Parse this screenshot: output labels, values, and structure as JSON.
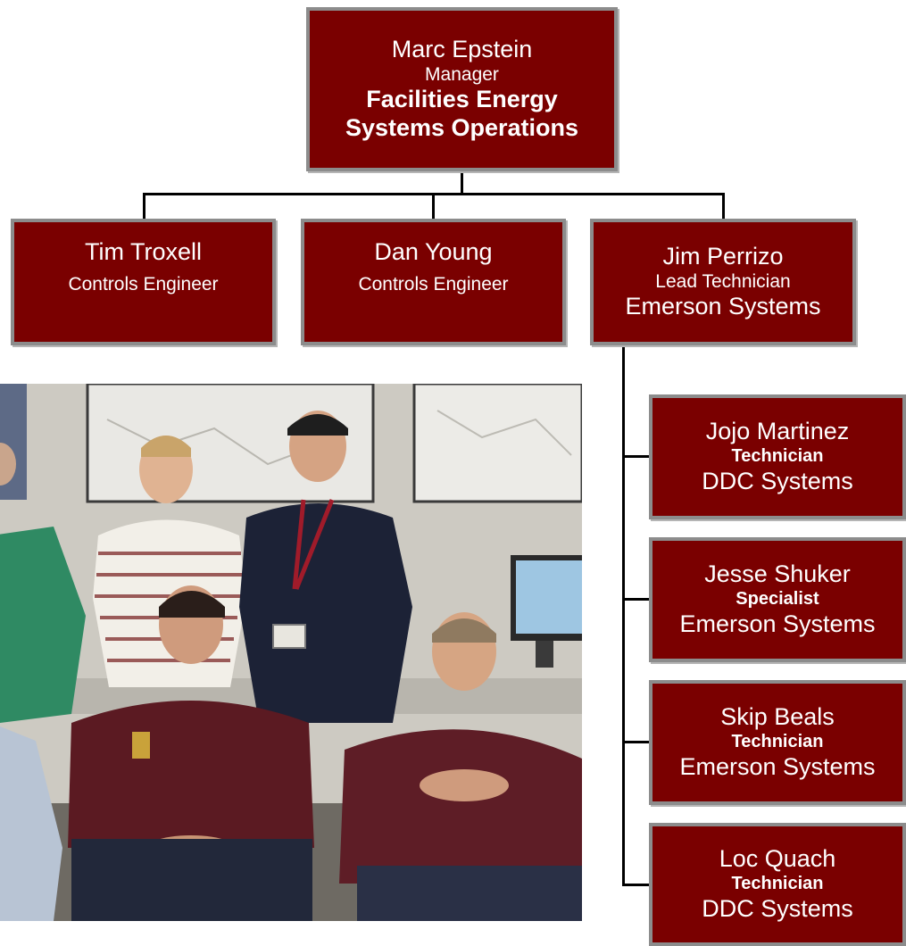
{
  "org": {
    "manager": {
      "name": "Marc Epstein",
      "title": "Manager",
      "dept_line1": "Facilities Energy",
      "dept_line2": "Systems Operations"
    },
    "reports": [
      {
        "name": "Tim Troxell",
        "title": "Controls Engineer"
      },
      {
        "name": "Dan Young",
        "title": "Controls Engineer"
      },
      {
        "name": "Jim Perrizo",
        "title": "Lead Technician",
        "group": "Emerson Systems"
      }
    ],
    "team": [
      {
        "name": "Jojo Martinez",
        "title": "Technician",
        "group": "DDC Systems"
      },
      {
        "name": "Jesse Shuker",
        "title": "Specialist",
        "group": "Emerson Systems"
      },
      {
        "name": "Skip Beals",
        "title": "Technician",
        "group": "Emerson Systems"
      },
      {
        "name": "Loc Quach",
        "title": "Technician",
        "group": "DDC Systems"
      }
    ]
  },
  "colors": {
    "box_fill": "#7a0000",
    "box_border": "#8c8c8c",
    "text": "#ffffff",
    "connector": "#000000"
  },
  "photo": {
    "subject": "team-group-photo",
    "people_count": 6
  }
}
